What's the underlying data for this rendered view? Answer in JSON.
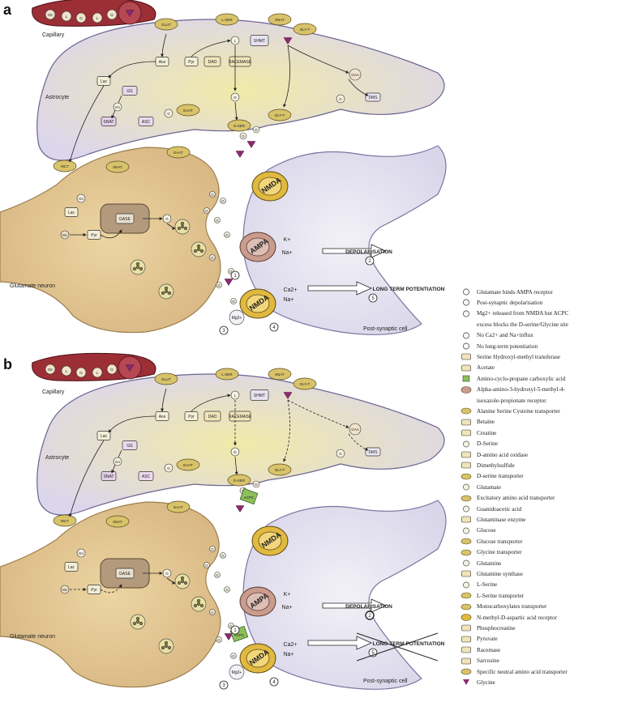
{
  "panels": [
    {
      "letter": "a",
      "labels": {
        "capillary": "Capillary",
        "astrocyte": "Astrocyte",
        "glutamate_neuron": "Glutamate neuron",
        "postsynaptic": "Post-synaptic cell"
      },
      "outcomes": {
        "depolarisation": "DEPOLARISATION",
        "depolarisation_step": "2",
        "ltp": "LONG TERM POTENTIATION",
        "ltp_step": "5"
      },
      "receptors": {
        "nmda_top": "NMDA",
        "ampa": "AMPA",
        "nmda_bottom": "NMDA"
      },
      "ions": {
        "k": "K+",
        "na": "Na+",
        "na2": "Na+",
        "ca": "Ca2+",
        "mg": "Mg2+"
      },
      "steps": {
        "s1": "1",
        "s3": "3",
        "s4": "4"
      },
      "blocked": false
    },
    {
      "letter": "b",
      "labels": {
        "capillary": "Capillary",
        "astrocyte": "Astrocyte",
        "glutamate_neuron": "Glutamate neuron",
        "postsynaptic": "Post-synaptic cell"
      },
      "outcomes": {
        "depolarisation": "DEPOLARISATION",
        "depolarisation_step": "2",
        "ltp": "LONG TERM POTENTIATION",
        "ltp_step": "5"
      },
      "receptors": {
        "nmda_top": "NMDA",
        "ampa": "AMPA",
        "nmda_bottom": "NMDA",
        "acpc": "ACPC",
        "acpc2": "ACPC"
      },
      "ions": {
        "k": "K+",
        "na": "Na+",
        "na2": "Na+",
        "ca": "Ca2+",
        "mg": "Mg2+"
      },
      "steps": {
        "s1": "1",
        "s3": "3",
        "s4": "4"
      },
      "blocked": true
    }
  ],
  "legend": [
    {
      "icon": "step-1-icon",
      "text": "Glutamate binds AMPA receptor"
    },
    {
      "icon": "step-2-icon",
      "text": "Post-synaptic depolarisation"
    },
    {
      "icon": "step-3-icon",
      "text": "Mg2+ released from NMDA but ACPC"
    },
    {
      "icon": "",
      "text": "excess blocks the D-serine/Glycine site"
    },
    {
      "icon": "step-4-icon",
      "text": "No Ca2+ and Na+influx"
    },
    {
      "icon": "step-5-icon",
      "text": "No long-term potentiation"
    },
    {
      "icon": "serine-hydroxymethyl-transferase-icon",
      "text": "Serine Hydroxyl-methyl transferase"
    },
    {
      "icon": "acetate-icon",
      "text": "Acetate"
    },
    {
      "icon": "acpc-icon",
      "text": "Amino-cyclo-propane carboxylic acid"
    },
    {
      "icon": "ampa-receptor-icon",
      "text": "Alpha-amino-3-hydroxyl-5-methyl-4-"
    },
    {
      "icon": "",
      "text": "isoxazole-propionate receptor"
    },
    {
      "icon": "asc-transporter-icon",
      "text": "Alanine Serine Cysteine transporter"
    },
    {
      "icon": "betaine-icon",
      "text": "Betaine"
    },
    {
      "icon": "creatine-icon",
      "text": "Creatine"
    },
    {
      "icon": "d-serine-icon",
      "text": "D-Serine"
    },
    {
      "icon": "dao-icon",
      "text": "D-amino acid oxidase"
    },
    {
      "icon": "dms-icon",
      "text": "Dimethylsulfide"
    },
    {
      "icon": "d-serine-transporter-icon",
      "text": "D-serine transporter"
    },
    {
      "icon": "glutamate-icon",
      "text": "Glutamate"
    },
    {
      "icon": "eaat-icon",
      "text": "Excitatory amino acid transporter"
    },
    {
      "icon": "guanidoacetic-acid-icon",
      "text": "Guanidoacetic acid"
    },
    {
      "icon": "glutaminase-icon",
      "text": "Glutaminase enzyme"
    },
    {
      "icon": "glucose-icon",
      "text": "Glucose"
    },
    {
      "icon": "glucose-transporter-icon",
      "text": "Glucose transporter"
    },
    {
      "icon": "glycine-transporter-icon",
      "text": "Glycine transporter"
    },
    {
      "icon": "glutamine-icon",
      "text": "Glutamine"
    },
    {
      "icon": "glutamine-synthase-icon",
      "text": "Glutamine synthase"
    },
    {
      "icon": "l-serine-icon",
      "text": "L-Serine"
    },
    {
      "icon": "l-serine-transporter-icon",
      "text": "L-Serine transporter"
    },
    {
      "icon": "mct-icon",
      "text": "Monocarboxylates transporter"
    },
    {
      "icon": "nmda-receptor-icon",
      "text": "N-methyl-D-aspartic acid receptor"
    },
    {
      "icon": "phosphocreatine-icon",
      "text": "Phosphocreatine"
    },
    {
      "icon": "pyruvate-icon",
      "text": "Pyruvate"
    },
    {
      "icon": "racemase-icon",
      "text": "Racemase"
    },
    {
      "icon": "sarcosine-icon",
      "text": "Sarcosine"
    },
    {
      "icon": "snat-icon",
      "text": "Specific neutral amino acid transporter"
    },
    {
      "icon": "glycine-icon",
      "text": "Glycine"
    }
  ],
  "tags": {
    "glc": "Glc",
    "l": "L",
    "g": "G",
    "glut": "GLUT",
    "lser": "L-SER",
    "snat": "SNAT",
    "glyt": "GLY-T",
    "ace": "Ace",
    "pyr": "Pyr",
    "dao": "DAO",
    "racemase": "RACEMASE",
    "shmt": "SHMT",
    "lac": "Lac",
    "gs": "GS",
    "eaat": "EAAT",
    "asc": "ASC",
    "gase": "GASE",
    "dms": "DMS",
    "dser": "D-SER",
    "mct": "MCT",
    "gaa": "GAA"
  },
  "colors": {
    "astrocyte": "#dcd6ec",
    "astrocyte_core": "#f1eaa8",
    "neuron": "#d8b783",
    "neuron_dark": "#9c7f4f",
    "postsyn": "#d9d6ea",
    "capillary": "#9c2e36",
    "nmda": "#e0b93f",
    "ampa": "#c99c8e",
    "glycine": "#8b2b6f"
  }
}
